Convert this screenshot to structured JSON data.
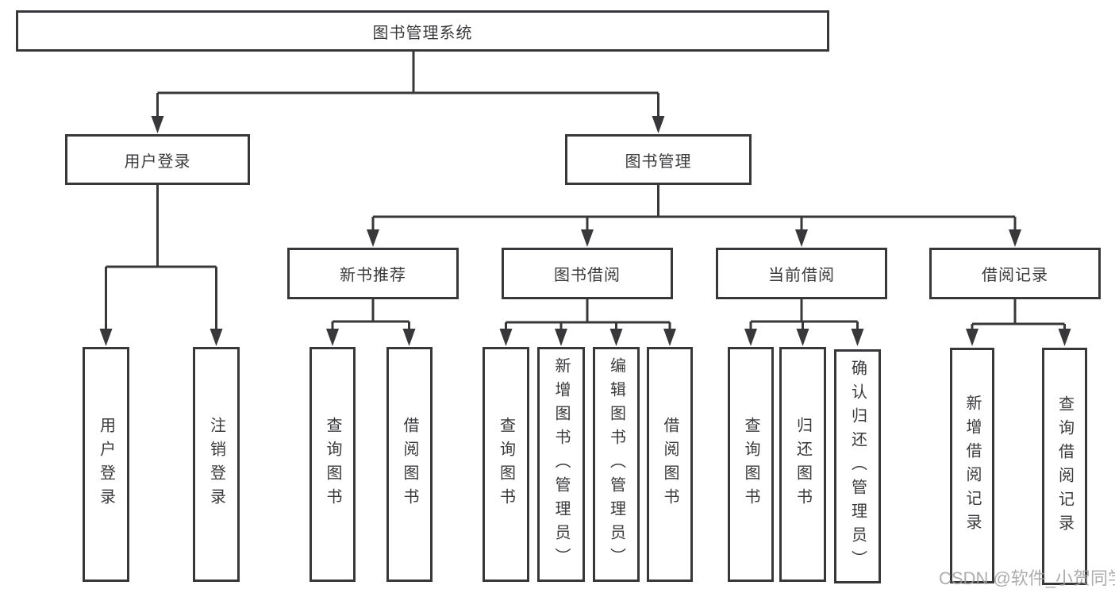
{
  "chart": {
    "root": {
      "label": "图书管理系统"
    },
    "branches": [
      {
        "label": "用户登录",
        "leaves": [
          {
            "label": "用户登录"
          },
          {
            "label": "注销登录"
          }
        ]
      },
      {
        "label": "图书管理",
        "groups": [
          {
            "label": "新书推荐",
            "leaves": [
              {
                "label": "查询图书"
              },
              {
                "label": "借阅图书"
              }
            ]
          },
          {
            "label": "图书借阅",
            "leaves": [
              {
                "label": "查询图书"
              },
              {
                "label": "新增图书（管理员）"
              },
              {
                "label": "编辑图书（管理员）"
              },
              {
                "label": "借阅图书"
              }
            ]
          },
          {
            "label": "当前借阅",
            "leaves": [
              {
                "label": "查询图书"
              },
              {
                "label": "归还图书"
              },
              {
                "label": "确认归还（管理员）"
              }
            ]
          },
          {
            "label": "借阅记录",
            "leaves": [
              {
                "label": "新增借阅记录"
              },
              {
                "label": "查询借阅记录"
              }
            ]
          }
        ]
      }
    ]
  },
  "watermark": {
    "text": "CSDN @软件_小贺同学"
  },
  "colors": {
    "line": "#38383a",
    "border": "#38383a",
    "text": "#3a3a3c",
    "watermark": "#9f9f9f",
    "background": "#ffffff"
  }
}
